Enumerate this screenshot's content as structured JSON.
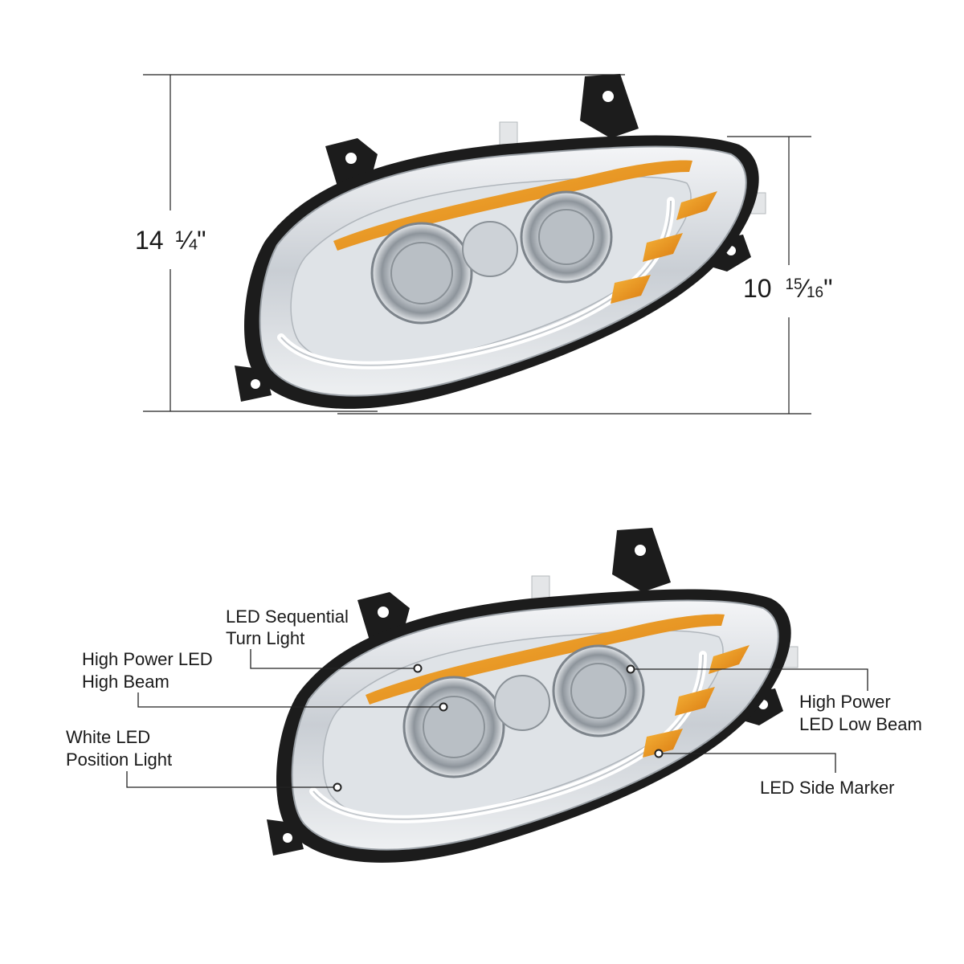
{
  "dimensions": {
    "height": {
      "whole": "14",
      "fraction": "¼",
      "unit": "\""
    },
    "depth": {
      "whole": "10",
      "fraction_num": "15",
      "fraction_den": "16",
      "unit": "\""
    }
  },
  "callouts": {
    "turn_light": {
      "line1": "LED Sequential",
      "line2": "Turn Light"
    },
    "high_beam": {
      "line1": "High Power LED",
      "line2": "High Beam"
    },
    "position_light": {
      "line1": "White LED",
      "line2": "Position Light"
    },
    "low_beam": {
      "line1": "High Power",
      "line2": "LED Low Beam"
    },
    "side_marker": {
      "line1": "LED Side Marker"
    }
  },
  "colors": {
    "amber": "#f0a020",
    "amber_dark": "#d47a10",
    "chrome": "#d9dde2",
    "housing": "#1c1c1c",
    "line": "#222222"
  }
}
